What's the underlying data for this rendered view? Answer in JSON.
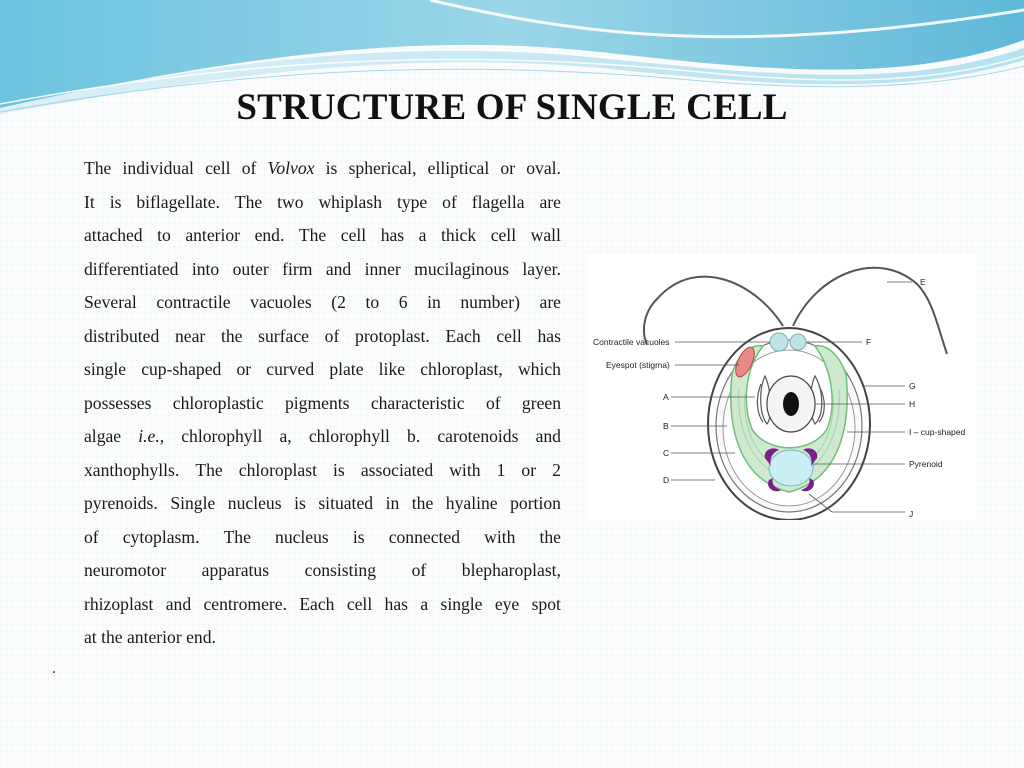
{
  "slide": {
    "title": "STRUCTURE OF SINGLE CELL",
    "stray_mark": ".",
    "paragraph_lines": [
      [
        "The individual cell of ",
        "Volvox",
        " is spherical, elliptical or oval."
      ],
      [
        "It is biflagellate. The two whiplash type of flagella are"
      ],
      [
        "attached to anterior end. The cell has a thick cell wall"
      ],
      [
        "differentiated into outer firm and inner mucilaginous layer."
      ],
      [
        "Several contractile vacuoles (2 to 6 in number) are"
      ],
      [
        "distributed near the surface of protoplast. Each cell has"
      ],
      [
        "single cup-shaped or curved plate like chloroplast, which"
      ],
      [
        "possesses chloroplastic pigments characteristic of green"
      ],
      [
        "algae ",
        "i.e.,",
        " chlorophyll a, chlorophyll b. carotenoids and"
      ],
      [
        "xanthophylls. The chloroplast is associated with 1 or 2"
      ],
      [
        "pyrenoids. Single nucleus is situated in the hyaline portion"
      ],
      [
        "of cytoplasm. The nucleus is connected with the"
      ],
      [
        "neuromotor apparatus consisting of blepharoplast,"
      ],
      [
        "rhizoplast and centromere. Each cell has a single eye spot"
      ],
      [
        "at the anterior end."
      ]
    ]
  },
  "diagram": {
    "labels": {
      "e": "E",
      "contractile_vacuoles": "Contractile vacuoles",
      "f": "F",
      "eyespot": "Eyespot (stigma)",
      "g": "G",
      "a": "A",
      "h": "H",
      "b": "B",
      "i": "I – cup-shaped",
      "c": "C",
      "pyrenoid": "Pyrenoid",
      "d": "D",
      "j": "J"
    },
    "colors": {
      "chloroplast": "#cfe9cf",
      "chloroplast_stroke": "#6fbf7a",
      "eyespot": "#e88a8a",
      "vacuole": "#bfe3e6",
      "pyrenoid": "#c9eef4",
      "starch": "#7a1e8c",
      "nucleus": "#111111"
    }
  }
}
